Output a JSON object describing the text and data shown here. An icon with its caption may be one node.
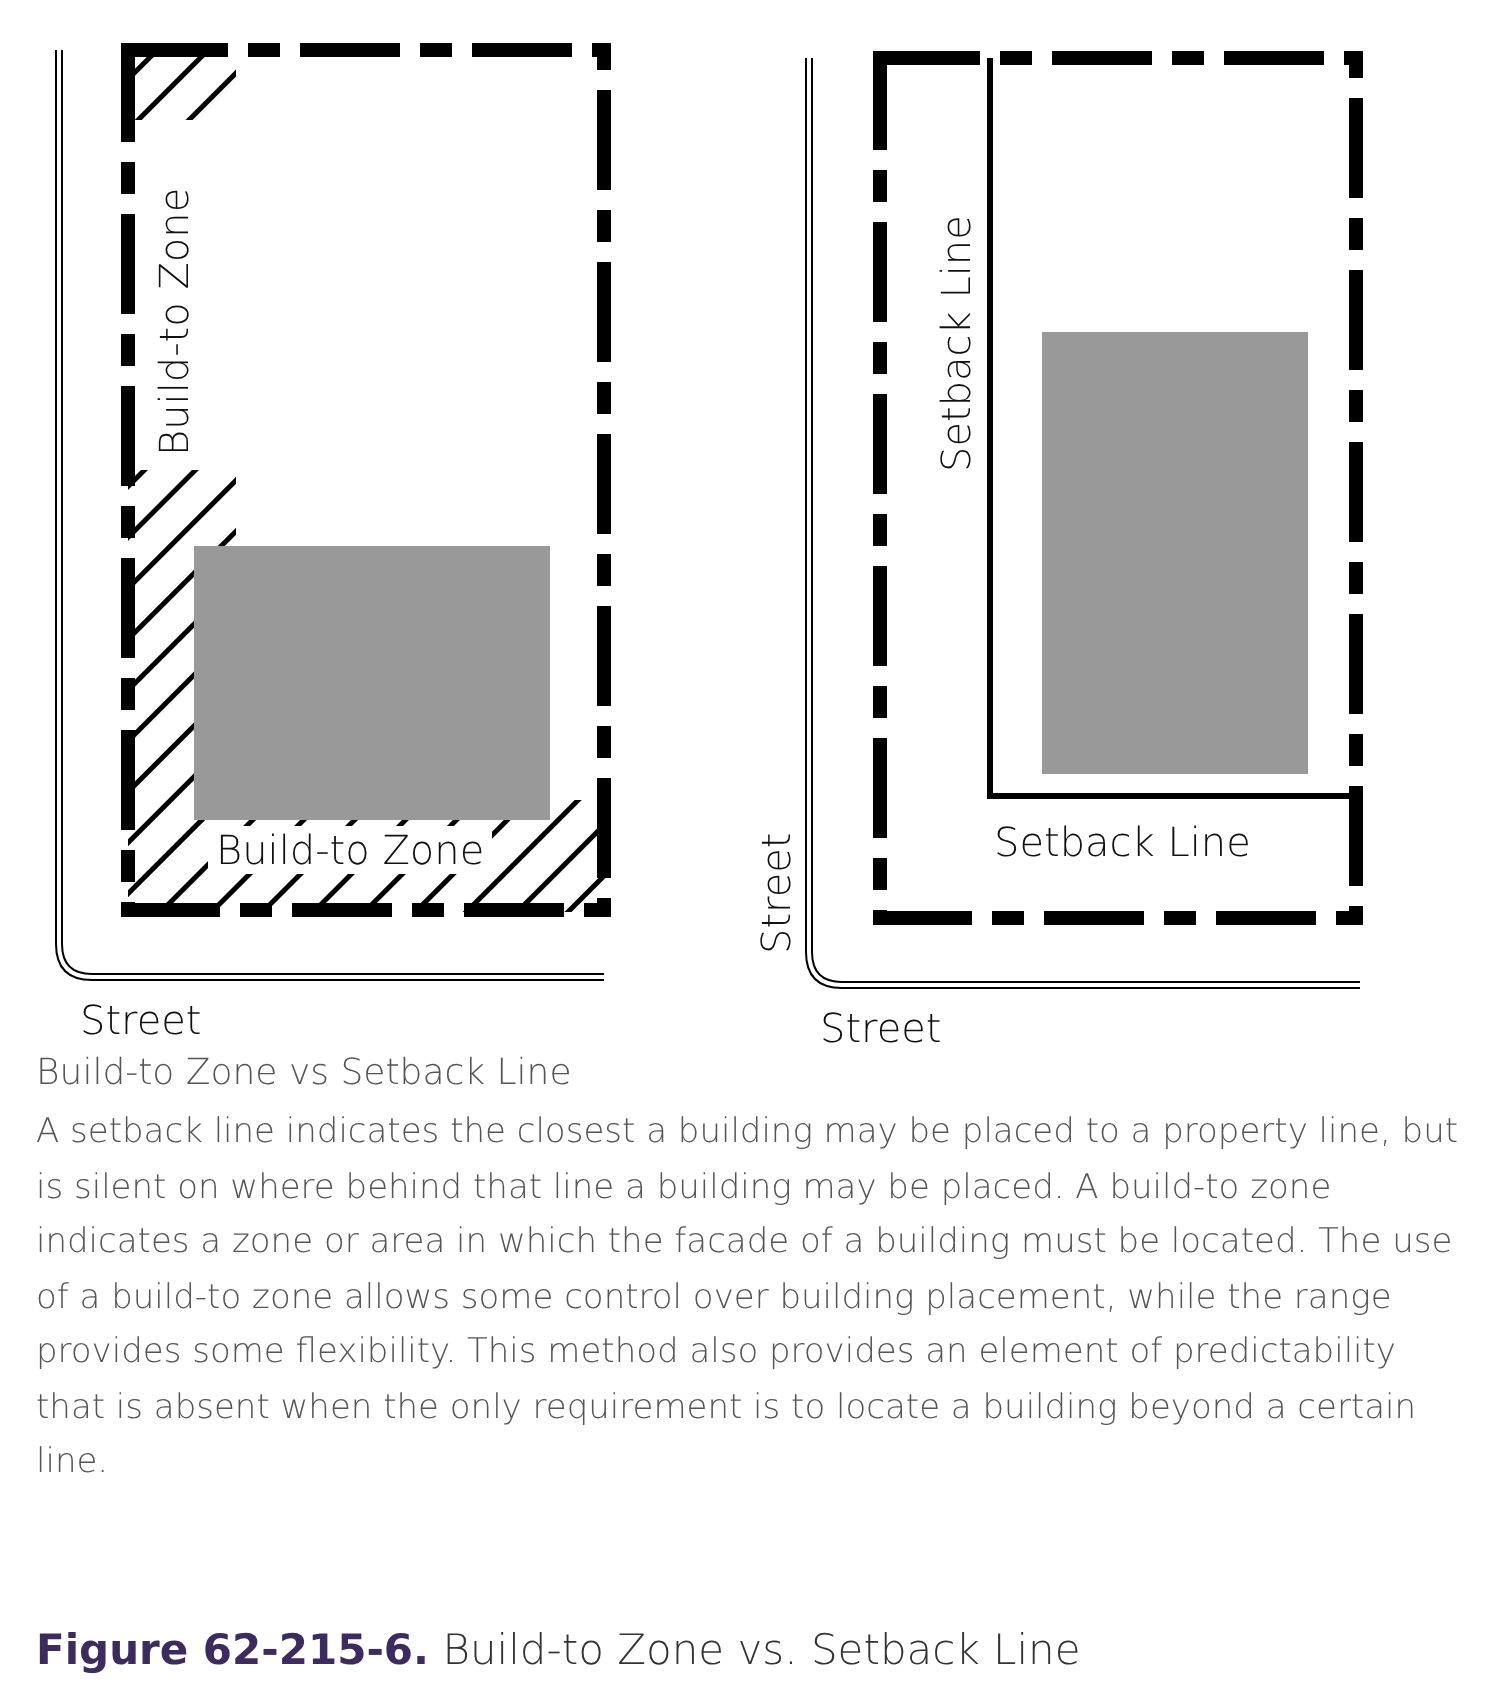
{
  "diagram": {
    "caption": "**Figure 62-215-6.** Build-to Zone vs. Setback Line",
    "labels": [
      "Build-to Zone",
      "Build-to Zone",
      "Street",
      "Setback Line",
      "Setback Line",
      "Street",
      "Street",
      "Build-to Zone vs Setback Line",
      "A setback line indicates the closest a building may be placed to a property line, but is silent on where behind that line a building may be placed. A build-to zone indicates a zone or area in which the facade of a building must be located. The use of a build-to zone allows some control over building placement, while the range provides some flexibility. This method also provides an element of predictability that is absent when the only requirement is to locate a building beyond a certain line."
    ]
  }
}
